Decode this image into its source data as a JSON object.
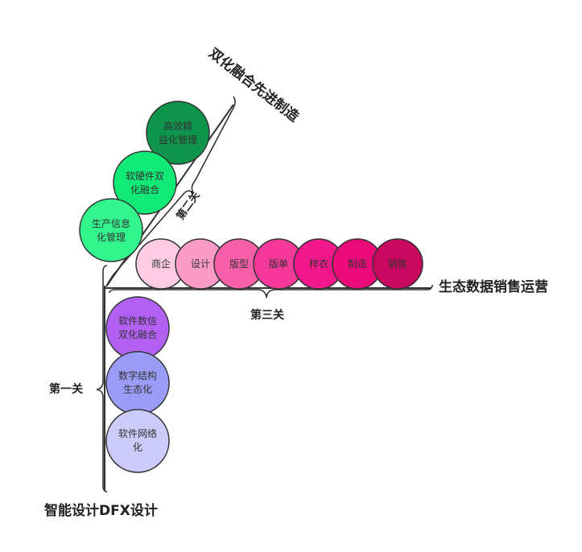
{
  "axes": {
    "first": {
      "title": "智能设计DFX设计",
      "stage": "第一关",
      "nodes": [
        {
          "lines": [
            "软件数信",
            "双化融合"
          ],
          "color": "#b361f5"
        },
        {
          "lines": [
            "数字结构",
            "生态化"
          ],
          "color": "#9b9cf7"
        },
        {
          "lines": [
            "软件网络",
            "化"
          ],
          "color": "#cbcaf8"
        }
      ]
    },
    "second": {
      "title": "双化融合先进制造",
      "stage": "第二关",
      "nodes": [
        {
          "lines": [
            "高效精",
            "益化管理"
          ],
          "color": "#0e944b"
        },
        {
          "lines": [
            "软硬件双",
            "化融合"
          ],
          "color": "#11ea76"
        },
        {
          "lines": [
            "生产信息",
            "化管理"
          ],
          "color": "#33f58d"
        }
      ]
    },
    "third": {
      "title": "生态数据销售运营",
      "stage": "第三关",
      "nodes": [
        {
          "label": "商企",
          "color": "#fdcce2"
        },
        {
          "label": "设计",
          "color": "#fa9ac7"
        },
        {
          "label": "版型",
          "color": "#f75fa8"
        },
        {
          "label": "版单",
          "color": "#f5389a"
        },
        {
          "label": "样衣",
          "color": "#f2178b"
        },
        {
          "label": "制造",
          "color": "#eb0a79"
        },
        {
          "label": "销售",
          "color": "#c8085e"
        }
      ]
    }
  }
}
